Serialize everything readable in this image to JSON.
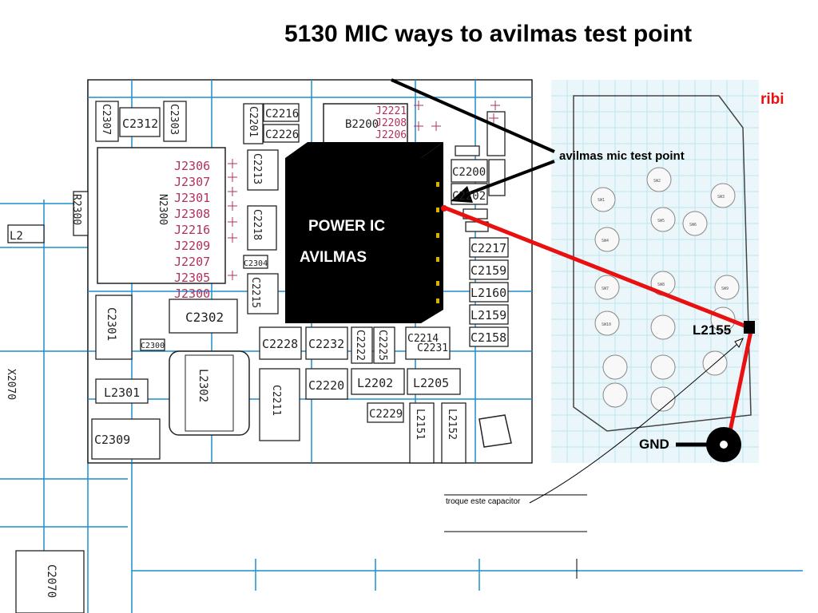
{
  "title": "5130 MIC ways to avilmas test point",
  "ic_label_line1": "POWER IC",
  "ic_label_line2": "AVILMAS",
  "mic_test_point_label": "avilmas mic test point",
  "l2155_label": "L2155",
  "gnd_label": "GND",
  "capacitor_note": "troque este capacitor",
  "corner_text": "ribi",
  "components": [
    "C2307",
    "C2312",
    "C2303",
    "C2201",
    "C2216",
    "C2226",
    "B2200",
    "C2213",
    "C2218",
    "C2217",
    "C2159",
    "L2160",
    "L2159",
    "C2158",
    "C2200",
    "C2202",
    "C2215",
    "C2214",
    "C2302",
    "C2301",
    "C2300",
    "C2228",
    "C2232",
    "C2222",
    "C2225",
    "C2231",
    "C2220",
    "L2202",
    "L2205",
    "C2229",
    "L2151",
    "L2152",
    "L2301",
    "L2302",
    "C2309",
    "C2211",
    "C2304",
    "R2300",
    "N2300",
    "X2070",
    "C2070",
    "L2"
  ],
  "j_labels": [
    "J2306",
    "J2307",
    "J2301",
    "J2308",
    "J2216",
    "J2209",
    "J2207",
    "J2305",
    "J2300"
  ],
  "j_labels_top": [
    "J2221",
    "J2208",
    "J2206"
  ],
  "pad_labels": [
    "SW1",
    "SW2",
    "SW3",
    "SW4",
    "SW5",
    "SW6",
    "SW7",
    "SW8",
    "SW9",
    "SW10"
  ],
  "colors": {
    "red_line": "#e81010",
    "grid_blue": "#1c8fcf",
    "label_magenta": "#b03060",
    "chip_black": "#000000",
    "grid_light": "#bfe6f0"
  }
}
